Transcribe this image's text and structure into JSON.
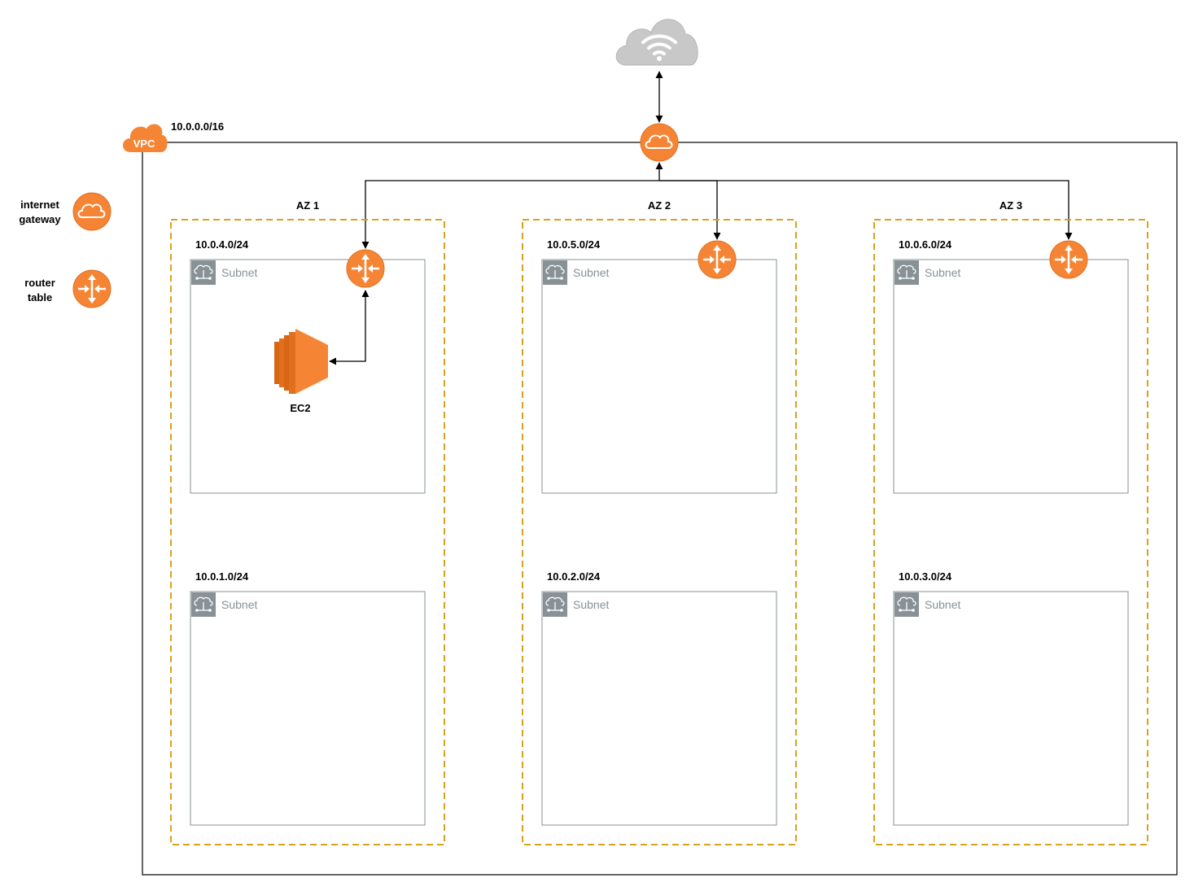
{
  "vpc": {
    "icon_text": "VPC",
    "cidr": "10.0.0.0/16"
  },
  "legend": [
    {
      "line1": "internet",
      "line2": "gateway",
      "icon": "internet-gateway-icon"
    },
    {
      "line1": "router",
      "line2": "table",
      "icon": "router-icon"
    }
  ],
  "azs": [
    {
      "label": "AZ 1",
      "upper_cidr": "10.0.4.0/24",
      "lower_cidr": "10.0.1.0/24"
    },
    {
      "label": "AZ 2",
      "upper_cidr": "10.0.5.0/24",
      "lower_cidr": "10.0.2.0/24"
    },
    {
      "label": "AZ 3",
      "upper_cidr": "10.0.6.0/24",
      "lower_cidr": "10.0.3.0/24"
    }
  ],
  "subnet_label": "Subnet",
  "ec2": {
    "label": "EC2"
  },
  "colors": {
    "aws_orange": "#F58534",
    "az_border": "#D9A21B",
    "subnet_border": "#879196",
    "internet_cloud": "#C8C8C8"
  }
}
